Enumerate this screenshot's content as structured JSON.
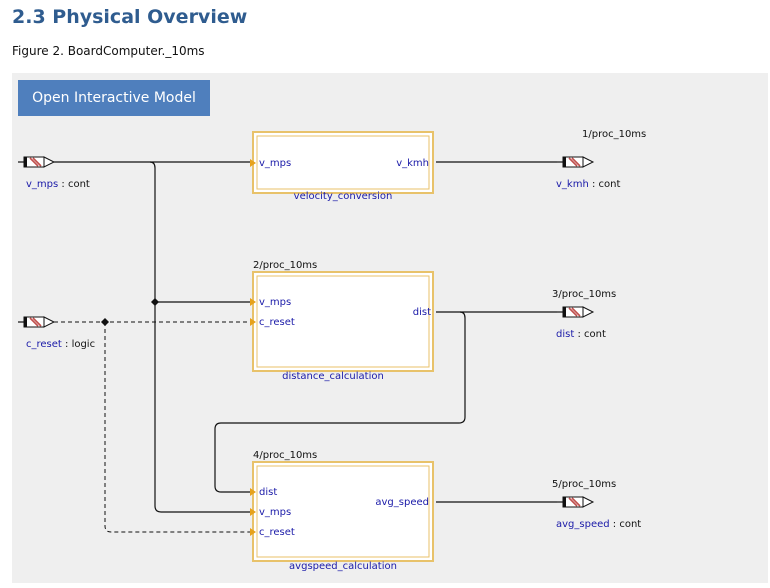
{
  "heading": "2.3 Physical Overview",
  "caption": "Figure 2. BoardComputer._10ms",
  "open_button": "Open Interactive Model",
  "colors": {
    "heading": "#2f5c8f",
    "button": "#4f7fbd",
    "canvas": "#efefef",
    "block_border": "#e8c26a",
    "port_text": "#1a1aa8"
  },
  "inputs": [
    {
      "name": "v_mps",
      "type": "cont"
    },
    {
      "name": "c_reset",
      "type": "logic"
    }
  ],
  "outputs": [
    {
      "name": "v_kmh",
      "type": "cont",
      "process": "1/proc_10ms"
    },
    {
      "name": "dist",
      "type": "cont",
      "process": "3/proc_10ms"
    },
    {
      "name": "avg_speed",
      "type": "cont",
      "process": "5/proc_10ms"
    }
  ],
  "blocks": [
    {
      "name": "velocity_conversion",
      "process": "",
      "in_ports": [
        "v_mps"
      ],
      "out_ports": [
        "v_kmh"
      ]
    },
    {
      "name": "distance_calculation",
      "process": "2/proc_10ms",
      "in_ports": [
        "v_mps",
        "c_reset"
      ],
      "out_ports": [
        "dist"
      ]
    },
    {
      "name": "avgspeed_calculation",
      "process": "4/proc_10ms",
      "in_ports": [
        "dist",
        "v_mps",
        "c_reset"
      ],
      "out_ports": [
        "avg_speed"
      ]
    }
  ]
}
